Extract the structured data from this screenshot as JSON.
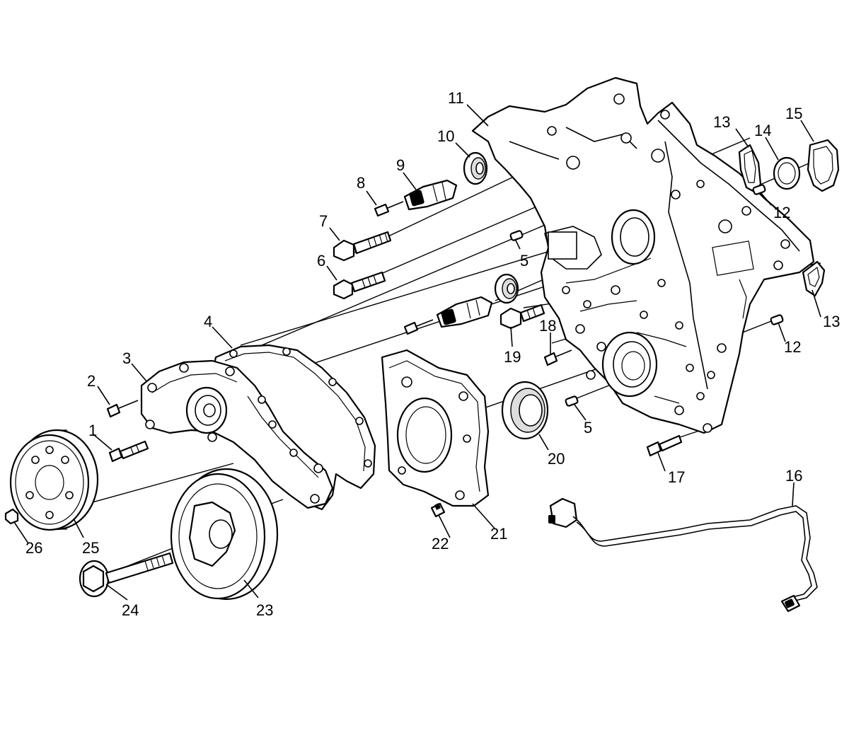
{
  "callouts": [
    {
      "id": "c1",
      "label": "1"
    },
    {
      "id": "c2",
      "label": "2"
    },
    {
      "id": "c3",
      "label": "3"
    },
    {
      "id": "c4",
      "label": "4"
    },
    {
      "id": "c5a",
      "label": "5"
    },
    {
      "id": "c5b",
      "label": "5"
    },
    {
      "id": "c6",
      "label": "6"
    },
    {
      "id": "c7",
      "label": "7"
    },
    {
      "id": "c8",
      "label": "8"
    },
    {
      "id": "c9",
      "label": "9"
    },
    {
      "id": "c10",
      "label": "10"
    },
    {
      "id": "c11",
      "label": "11"
    },
    {
      "id": "c12a",
      "label": "12"
    },
    {
      "id": "c12b",
      "label": "12"
    },
    {
      "id": "c13a",
      "label": "13"
    },
    {
      "id": "c13b",
      "label": "13"
    },
    {
      "id": "c14",
      "label": "14"
    },
    {
      "id": "c15",
      "label": "15"
    },
    {
      "id": "c16",
      "label": "16"
    },
    {
      "id": "c17",
      "label": "17"
    },
    {
      "id": "c18",
      "label": "18"
    },
    {
      "id": "c19",
      "label": "19"
    },
    {
      "id": "c20",
      "label": "20"
    },
    {
      "id": "c21",
      "label": "21"
    },
    {
      "id": "c22",
      "label": "22"
    },
    {
      "id": "c23",
      "label": "23"
    },
    {
      "id": "c24",
      "label": "24"
    },
    {
      "id": "c25",
      "label": "25"
    },
    {
      "id": "c26",
      "label": "26"
    }
  ]
}
